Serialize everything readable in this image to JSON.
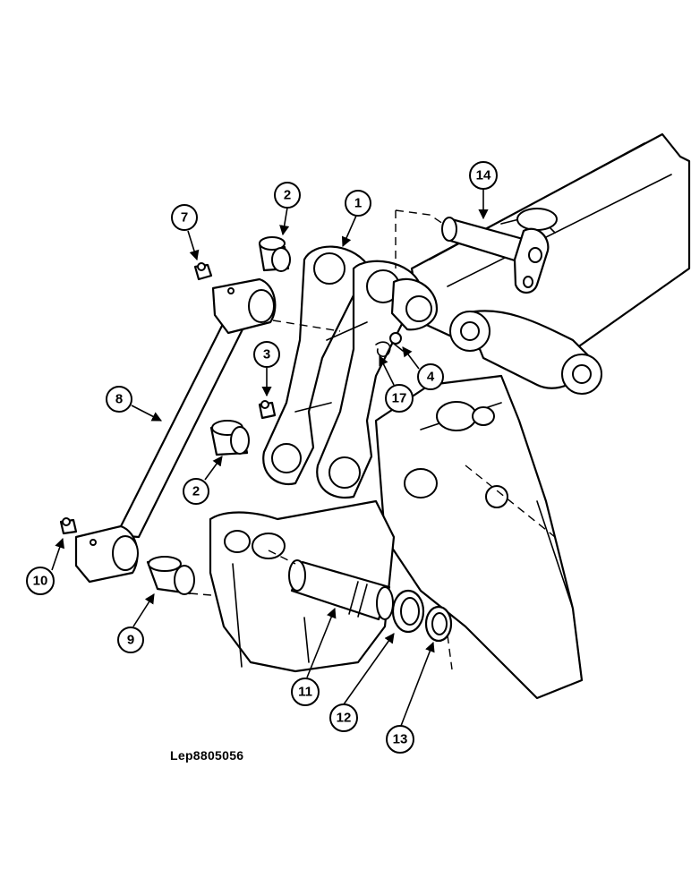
{
  "figure": {
    "reference_code": "Lep8805056",
    "callouts": [
      {
        "id": "c1",
        "label": "1"
      },
      {
        "id": "c2a",
        "label": "2"
      },
      {
        "id": "c2b",
        "label": "2"
      },
      {
        "id": "c3",
        "label": "3"
      },
      {
        "id": "c4",
        "label": "4"
      },
      {
        "id": "c7",
        "label": "7"
      },
      {
        "id": "c8",
        "label": "8"
      },
      {
        "id": "c9",
        "label": "9"
      },
      {
        "id": "c10",
        "label": "10"
      },
      {
        "id": "c11",
        "label": "11"
      },
      {
        "id": "c12",
        "label": "12"
      },
      {
        "id": "c13",
        "label": "13"
      },
      {
        "id": "c14",
        "label": "14"
      },
      {
        "id": "c17",
        "label": "17"
      }
    ]
  }
}
